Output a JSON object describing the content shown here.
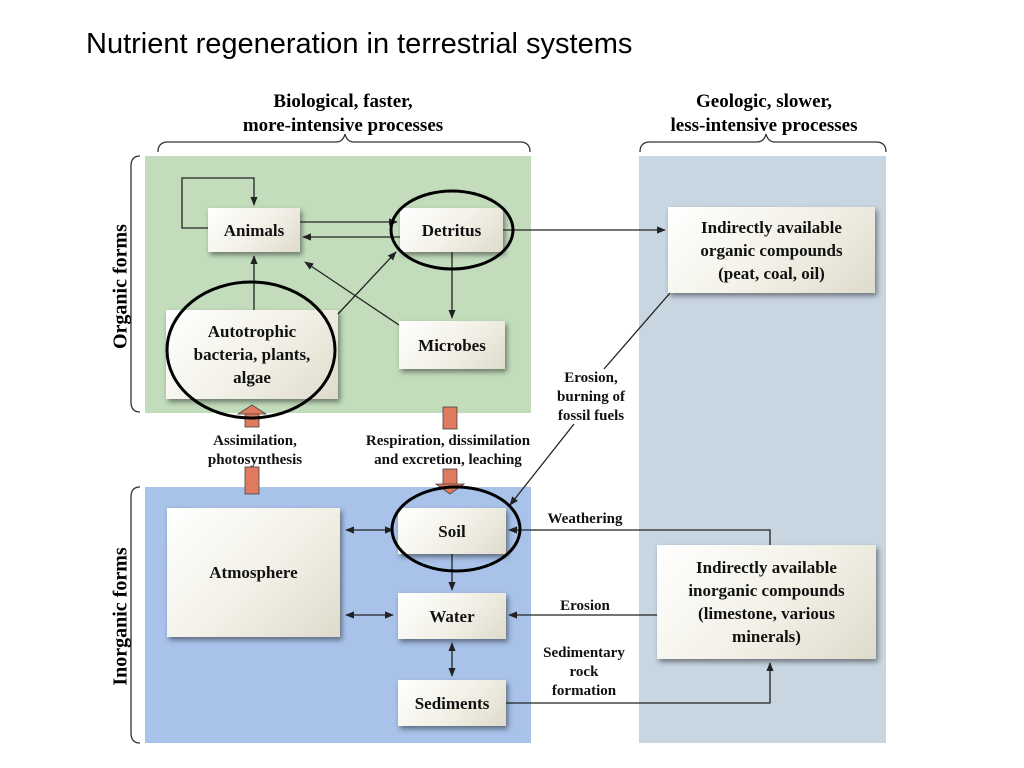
{
  "title": "Nutrient regeneration in terrestrial systems",
  "headers": {
    "biological_line1": "Biological, faster,",
    "biological_line2": "more-intensive processes",
    "geologic_line1": "Geologic, slower,",
    "geologic_line2": "less-intensive processes"
  },
  "side_labels": {
    "organic": "Organic forms",
    "inorganic": "Inorganic forms"
  },
  "boxes": {
    "animals": "Animals",
    "detritus": "Detritus",
    "autotrophic_line1": "Autotrophic",
    "autotrophic_line2": "bacteria, plants,",
    "autotrophic_line3": "algae",
    "microbes": "Microbes",
    "organic_compounds_line1": "Indirectly available",
    "organic_compounds_line2": "organic compounds",
    "organic_compounds_line3": "(peat, coal, oil)",
    "atmosphere": "Atmosphere",
    "soil": "Soil",
    "water": "Water",
    "sediments": "Sediments",
    "inorganic_compounds_line1": "Indirectly available",
    "inorganic_compounds_line2": "inorganic compounds",
    "inorganic_compounds_line3": "(limestone, various",
    "inorganic_compounds_line4": "minerals)"
  },
  "process_labels": {
    "assimilation_line1": "Assimilation,",
    "assimilation_line2": "photosynthesis",
    "respiration_line1": "Respiration, dissimilation",
    "respiration_line2": "and excretion, leaching",
    "erosion_burning_line1": "Erosion,",
    "erosion_burning_line2": "burning of",
    "erosion_burning_line3": "fossil fuels",
    "weathering": "Weathering",
    "erosion": "Erosion",
    "sedimentary_line1": "Sedimentary",
    "sedimentary_line2": "rock",
    "sedimentary_line3": "formation"
  },
  "colors": {
    "organic_panel": "#c2dcbc",
    "inorganic_panel": "#a9c2ea",
    "geologic_panel": "#c8d6e2",
    "flux_arrow": "#e07a5f",
    "line": "#222222"
  }
}
